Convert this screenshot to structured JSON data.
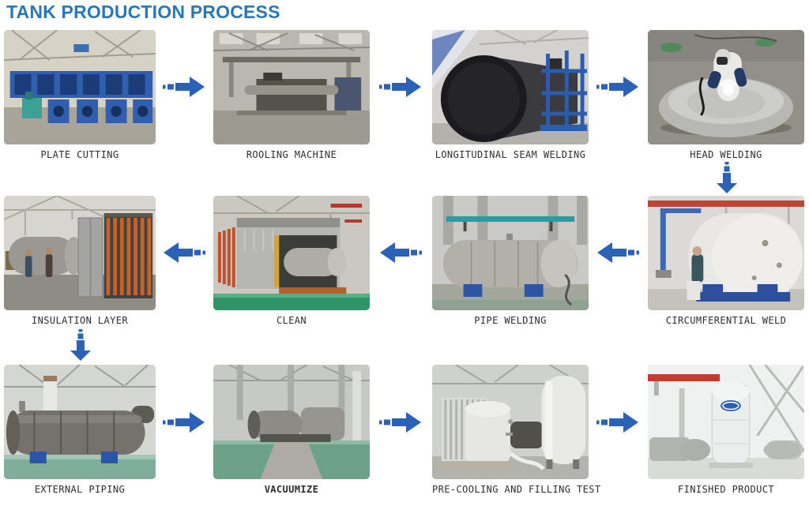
{
  "title": "TANK PRODUCTION PROCESS",
  "colors": {
    "title_blue": "#2878b8",
    "arrow_blue": "#2b62b8",
    "label_gray": "#2e2e2e",
    "background": "#ffffff"
  },
  "steps": [
    {
      "label": "PLATE CUTTING",
      "photo": "blue-plate-cutting-machine-line-in-workshop"
    },
    {
      "label": "ROOLING MACHINE",
      "photo": "plate-rolling-machine-in-gray-workshop"
    },
    {
      "label": "LONGITUDINAL SEAM WELDING",
      "photo": "large-dark-steel-cylinder-with-blue-scaffold"
    },
    {
      "label": "HEAD WELDING",
      "photo": "welder-on-silver-tank-head-dish"
    },
    {
      "label": "INSULATION LAYER",
      "photo": "tank-at-orange-accordion-enclosure-with-workers"
    },
    {
      "label": "CLEAN",
      "photo": "tank-inside-gray-blasting-booth-green-floor"
    },
    {
      "label": "PIPE WELDING",
      "photo": "silver-horizontal-tank-on-blue-stands"
    },
    {
      "label": "CIRCUMFERENTIAL WELD",
      "photo": "worker-welding-large-white-horizontal-tank"
    },
    {
      "label": "EXTERNAL PIPING",
      "photo": "gray-horizontal-tank-on-blue-supports-teal-floor"
    },
    {
      "label": "VACUUMIZE",
      "photo": "tank-group-in-workshop-green-floor"
    },
    {
      "label": "PRE-COOLING AND FILLING TEST",
      "photo": "white-cryogenic-tanks-with-vaporizer-and-hose"
    },
    {
      "label": "FINISHED PRODUCT",
      "photo": "tall-white-cryogenic-tank-with-blue-logo-in-plant"
    }
  ],
  "flow": {
    "row1_direction": "right",
    "row2_direction": "left",
    "row3_direction": "right",
    "sequence": [
      "PLATE CUTTING",
      "ROOLING MACHINE",
      "LONGITUDINAL SEAM WELDING",
      "HEAD WELDING",
      "CIRCUMFERENTIAL WELD",
      "PIPE WELDING",
      "CLEAN",
      "INSULATION LAYER",
      "EXTERNAL PIPING",
      "VACUUMIZE",
      "PRE-COOLING AND FILLING TEST",
      "FINISHED PRODUCT"
    ]
  }
}
